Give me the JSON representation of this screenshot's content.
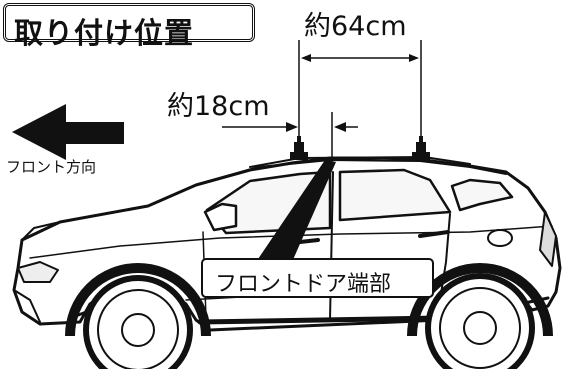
{
  "title": "取り付け位置",
  "dimensions": {
    "bar_spacing": "約64cm",
    "front_offset": "約18cm"
  },
  "direction_label": "フロント方向",
  "callout_label": "フロントドア端部",
  "colors": {
    "line": "#111111",
    "background": "#ffffff",
    "window_tint": "#f2f2f2"
  },
  "icons": {
    "direction": "arrow-left-icon",
    "car": "suv-side-view-icon",
    "carrier_foot": "roof-carrier-foot-icon"
  }
}
